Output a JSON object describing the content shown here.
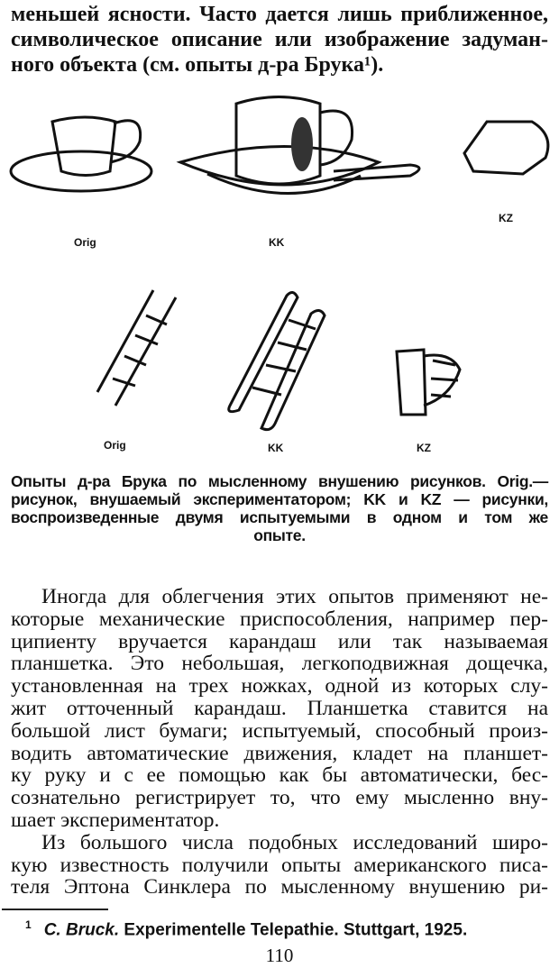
{
  "top_paragraph": [
    "меньшей ясности. Часто дается лишь приближенное,",
    "символическое описание или изображение задуман-",
    "ного объекта (см. опыты д-ра Брука¹)."
  ],
  "figure": {
    "labels_row1": [
      "Orig",
      "KK",
      "KZ"
    ],
    "labels_row2": [
      "Orig",
      "KK",
      "KZ"
    ],
    "caption": [
      "Опыты д-ра Брука по мысленному внушению рисунков. Orig.—",
      "рисунок, внушаемый экспериментатором; KK и KZ — рисунки,",
      "воспроизведенные двумя испытуемыми в одном и том же",
      "опыте."
    ]
  },
  "body": [
    "Иногда для облегчения этих опытов применяют не-",
    "которые механические приспособления, например пер-",
    "ципиенту вручается карандаш или так называемая",
    "планшетка. Это небольшая, легкоподвижная дощечка,",
    "установленная на трех ножках, одной из которых слу-",
    "жит отточенный карандаш. Планшетка ставится на",
    "большой лист бумаги; испытуемый, способный произ-",
    "водить автоматические движения, кладет на планшет-",
    "ку руку и с ее помощью как бы автоматически, бес-",
    "сознательно регистрирует то, что ему мысленно вну-",
    "шает экспериментатор.",
    "Из большого числа подобных исследований широ-",
    "кую известность получили опыты американского писа-",
    "теля Эптона Синклера по мысленному внушению ри-"
  ],
  "footnote": {
    "mark": "1",
    "author": "C. Bruck.",
    "text": "Experimentelle Telepathie. Stuttgart, 1925."
  },
  "page_number": "110"
}
